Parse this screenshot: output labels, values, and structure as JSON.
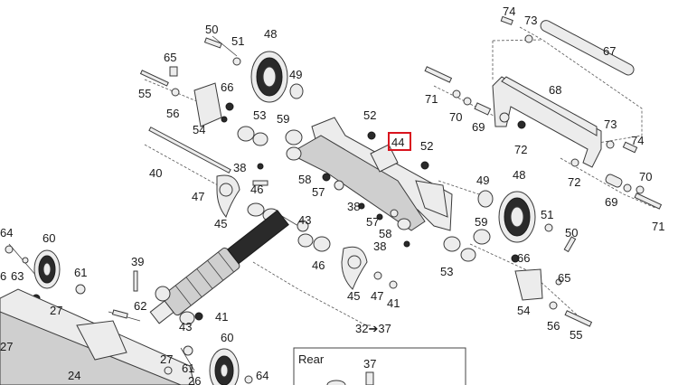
{
  "labels": {
    "l74a": "74",
    "l73a": "73",
    "l67": "67",
    "l50a": "50",
    "l51a": "51",
    "l48a": "48",
    "l65a": "65",
    "l49a": "49",
    "l55a": "55",
    "l66a": "66",
    "l56a": "56",
    "l53a": "53",
    "l54a": "54",
    "l59a": "59",
    "l52a": "52",
    "l44": "44",
    "l52b": "52",
    "l71a": "71",
    "l70a": "70",
    "l69": "69",
    "l68": "68",
    "l72a": "72",
    "l73b": "73",
    "l74b": "74",
    "l72b": "72",
    "l70b": "70",
    "l69b": "69",
    "l71b": "71",
    "l40": "40",
    "l38a": "38",
    "l58a": "58",
    "l57a": "57",
    "l47a": "47",
    "l46a": "46",
    "l45a": "45",
    "l38b": "38",
    "l57b": "57",
    "l58b": "58",
    "l49b": "49",
    "l48b": "48",
    "l51b": "51",
    "l50b": "50",
    "l59b": "59",
    "l43a": "43",
    "l46b": "46",
    "l38c": "38",
    "l66b": "66",
    "l53b": "53",
    "l65b": "65",
    "l64a": "64",
    "l60a": "60",
    "l63a": "63",
    "l6x": "6",
    "l61a": "61",
    "l39": "39",
    "l27a": "27",
    "l62": "62",
    "l45b": "45",
    "l47b": "47",
    "l41a": "41",
    "l54b": "54",
    "l56b": "56",
    "l55b": "55",
    "l43b": "43",
    "l41b": "41",
    "l27b": "27",
    "l24": "24",
    "l60b": "60",
    "l27c": "27",
    "l61b": "61",
    "l64b": "64",
    "l26": "26",
    "l37": "37"
  },
  "range_label": "32➔37",
  "inset": {
    "title": "Rear"
  },
  "highlight_color": "#d9141e"
}
